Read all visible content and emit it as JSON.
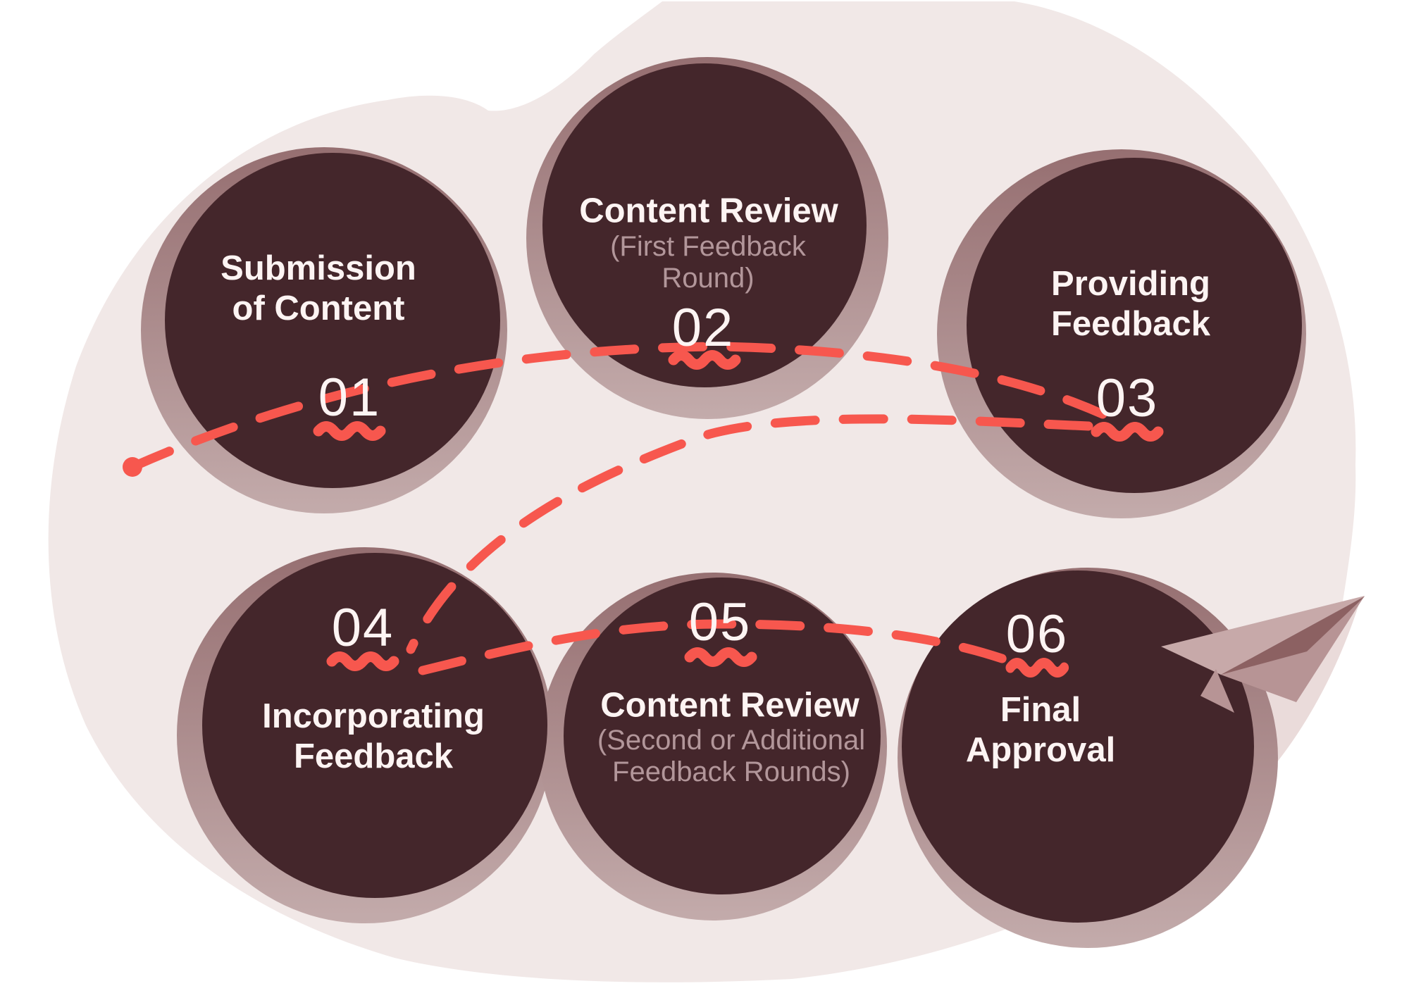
{
  "steps": [
    {
      "number": "01",
      "title": "Submission of Content",
      "subtitle": ""
    },
    {
      "number": "02",
      "title": "Content Review",
      "subtitle": "(First Feedback Round)"
    },
    {
      "number": "03",
      "title": "Providing Feedback",
      "subtitle": ""
    },
    {
      "number": "04",
      "title": "Incorporating Feedback",
      "subtitle": ""
    },
    {
      "number": "05",
      "title": "Content Review",
      "subtitle": "(Second or Additional Feedback Rounds)"
    },
    {
      "number": "06",
      "title": "Final Approval",
      "subtitle": ""
    }
  ],
  "colors": {
    "page_background": "#ffffff",
    "blob": "#f1e8e7",
    "circle_fill": "#44262b",
    "shadow_top": "#966f71",
    "shadow_bottom": "#c3abab",
    "accent": "#f7574e",
    "title_text": "#fdf4f3",
    "subtitle_text": "#b2969a",
    "plane_light": "#c7a9a9",
    "plane_mid": "#b79495",
    "plane_dark": "#8c6162",
    "plane_trail": "#eadbda"
  }
}
